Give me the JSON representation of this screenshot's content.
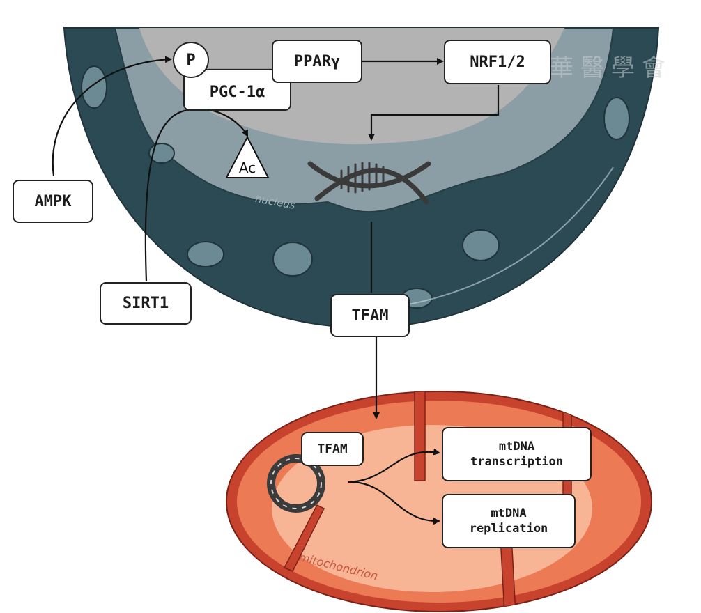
{
  "diagram": {
    "title": "PGC-1α mitochondrial biogenesis pathway",
    "compartments": {
      "nucleus_label": "nucleus",
      "mitochondrion_label": "mitochondrion"
    },
    "nodes": {
      "phospho": "P",
      "pgc1a": "PGC-1α",
      "ppary": "PPARγ",
      "nrf": "NRF1/2",
      "acetyl": "Ac",
      "ampk": "AMPK",
      "sirt1": "SIRT1",
      "tfam_nuclear": "TFAM",
      "tfam_mito": "TFAM",
      "transcription_line1": "mtDNA",
      "transcription_line2": "transcription",
      "replication_line1": "mtDNA",
      "replication_line2": "replication"
    },
    "edges": [
      {
        "from": "AMPK",
        "to": "P",
        "type": "phosphorylation"
      },
      {
        "from": "SIRT1",
        "to": "Ac",
        "type": "deacetylation"
      },
      {
        "from": "PPARγ",
        "to": "NRF1/2",
        "type": "activation"
      },
      {
        "from": "NRF1/2",
        "to": "DNA",
        "type": "activation"
      },
      {
        "from": "DNA",
        "to": "TFAM",
        "type": "expression"
      },
      {
        "from": "TFAM",
        "to": "mitochondrion",
        "type": "translocation"
      },
      {
        "from": "mtDNA",
        "to": "mtDNA transcription",
        "type": "activation"
      },
      {
        "from": "mtDNA",
        "to": "mtDNA replication",
        "type": "activation"
      }
    ],
    "watermark": "中華醫學會"
  },
  "colors": {
    "nucleus_envelope": "#2c4a54",
    "nucleus_inner_band": "#8b9ea5",
    "nucleoplasm": "#b3b3b3",
    "mito_outer": "#c8432e",
    "mito_inner": "#ec7a55",
    "mito_matrix": "#f8b596"
  }
}
